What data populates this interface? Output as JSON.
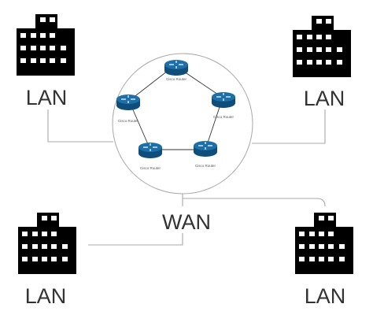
{
  "lans": [
    {
      "label": "LAN"
    },
    {
      "label": "LAN"
    },
    {
      "label": "LAN"
    },
    {
      "label": "LAN"
    }
  ],
  "wan": {
    "label": "WAN"
  },
  "routers": [
    {
      "label": "Cisco Router"
    },
    {
      "label": "Cisco Router"
    },
    {
      "label": "Cisco Router"
    },
    {
      "label": "Cisco Router"
    },
    {
      "label": "Cisco Router"
    }
  ],
  "colors": {
    "building": "#000000",
    "router": "#1d6fa8",
    "router_dark": "#0f4d7a",
    "wire": "#a8a8a8",
    "text": "#333333"
  }
}
